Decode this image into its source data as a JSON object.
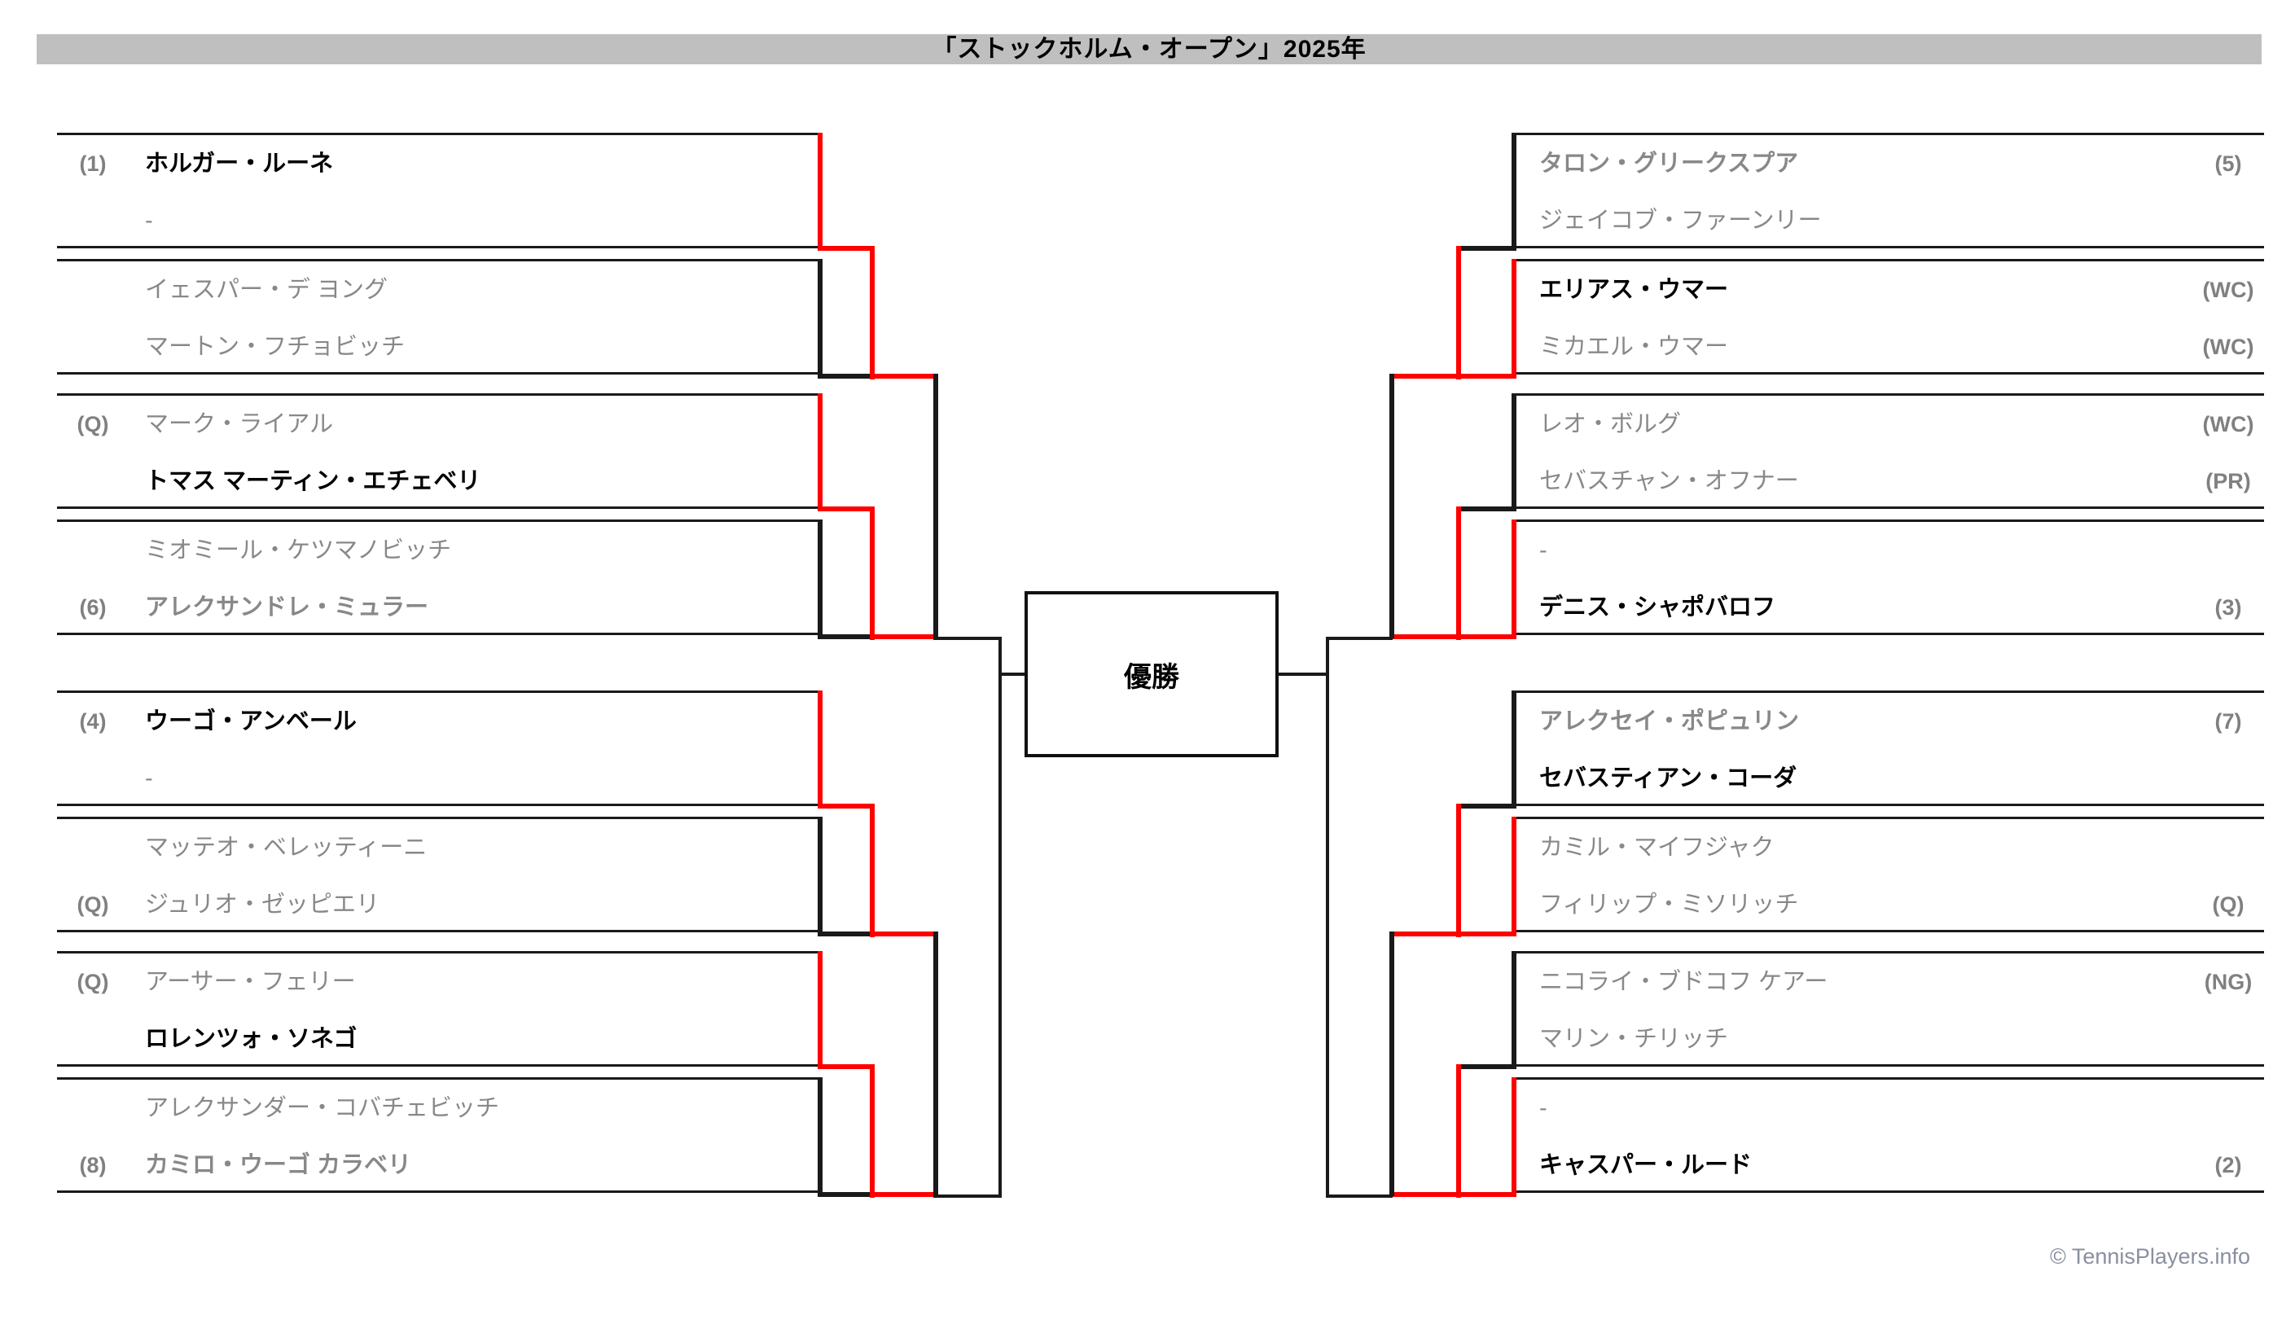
{
  "header": {
    "title": "「ストックホルム・オープン」2025年"
  },
  "champion": {
    "label": "優勝"
  },
  "footer": {
    "credit": "© TennisPlayers.info"
  },
  "colors": {
    "winner_path": "#ff0000",
    "loser_path": "#1a1a1a",
    "header_bg": "#bfbfbf",
    "loser_text": "#888888",
    "winner_text": "#000000",
    "seed_text": "#808080"
  },
  "bracket": {
    "left": [
      {
        "rows": [
          {
            "seed": "(1)",
            "name": "ホルガー・ルーネ",
            "state": "winner"
          },
          {
            "seed": "",
            "name": "-",
            "state": "bye"
          }
        ]
      },
      {
        "rows": [
          {
            "seed": "",
            "name": "イェスパー・デ ヨング",
            "state": "loser"
          },
          {
            "seed": "",
            "name": "マートン・フチョビッチ",
            "state": "loser"
          }
        ]
      },
      {
        "rows": [
          {
            "seed": "(Q)",
            "name": "マーク・ライアル",
            "state": "loser"
          },
          {
            "seed": "",
            "name": "トマス マーティン・エチェベリ",
            "state": "winner"
          }
        ]
      },
      {
        "rows": [
          {
            "seed": "",
            "name": "ミオミール・ケツマノビッチ",
            "state": "loser"
          },
          {
            "seed": "(6)",
            "name": "アレクサンドレ・ミュラー",
            "state": "loser-bold"
          }
        ]
      },
      {
        "rows": [
          {
            "seed": "(4)",
            "name": "ウーゴ・アンベール",
            "state": "winner"
          },
          {
            "seed": "",
            "name": "-",
            "state": "bye"
          }
        ]
      },
      {
        "rows": [
          {
            "seed": "",
            "name": "マッテオ・ベレッティーニ",
            "state": "loser"
          },
          {
            "seed": "(Q)",
            "name": "ジュリオ・ゼッピエリ",
            "state": "loser"
          }
        ]
      },
      {
        "rows": [
          {
            "seed": "(Q)",
            "name": "アーサー・フェリー",
            "state": "loser"
          },
          {
            "seed": "",
            "name": "ロレンツォ・ソネゴ",
            "state": "winner"
          }
        ]
      },
      {
        "rows": [
          {
            "seed": "",
            "name": "アレクサンダー・コバチェビッチ",
            "state": "loser"
          },
          {
            "seed": "(8)",
            "name": "カミロ・ウーゴ カラベリ",
            "state": "loser-bold"
          }
        ]
      }
    ],
    "right": [
      {
        "rows": [
          {
            "seed": "(5)",
            "name": "タロン・グリークスプア",
            "state": "loser-bold"
          },
          {
            "seed": "",
            "name": "ジェイコブ・ファーンリー",
            "state": "loser"
          }
        ]
      },
      {
        "rows": [
          {
            "seed": "(WC)",
            "name": "エリアス・ウマー",
            "state": "winner"
          },
          {
            "seed": "(WC)",
            "name": "ミカエル・ウマー",
            "state": "loser"
          }
        ]
      },
      {
        "rows": [
          {
            "seed": "(WC)",
            "name": "レオ・ボルグ",
            "state": "loser"
          },
          {
            "seed": "(PR)",
            "name": "セバスチャン・オフナー",
            "state": "loser"
          }
        ]
      },
      {
        "rows": [
          {
            "seed": "",
            "name": "-",
            "state": "bye"
          },
          {
            "seed": "(3)",
            "name": "デニス・シャポバロフ",
            "state": "winner"
          }
        ]
      },
      {
        "rows": [
          {
            "seed": "(7)",
            "name": "アレクセイ・ポピュリン",
            "state": "loser-bold"
          },
          {
            "seed": "",
            "name": "セバスティアン・コーダ",
            "state": "winner"
          }
        ]
      },
      {
        "rows": [
          {
            "seed": "",
            "name": "カミル・マイフジャク",
            "state": "loser"
          },
          {
            "seed": "(Q)",
            "name": "フィリップ・ミソリッチ",
            "state": "loser"
          }
        ]
      },
      {
        "rows": [
          {
            "seed": "(NG)",
            "name": "ニコライ・ブドコフ ケアー",
            "state": "loser"
          },
          {
            "seed": "",
            "name": "マリン・チリッチ",
            "state": "loser"
          }
        ]
      },
      {
        "rows": [
          {
            "seed": "",
            "name": "-",
            "state": "bye"
          },
          {
            "seed": "(2)",
            "name": "キャスパー・ルード",
            "state": "winner"
          }
        ]
      }
    ]
  }
}
